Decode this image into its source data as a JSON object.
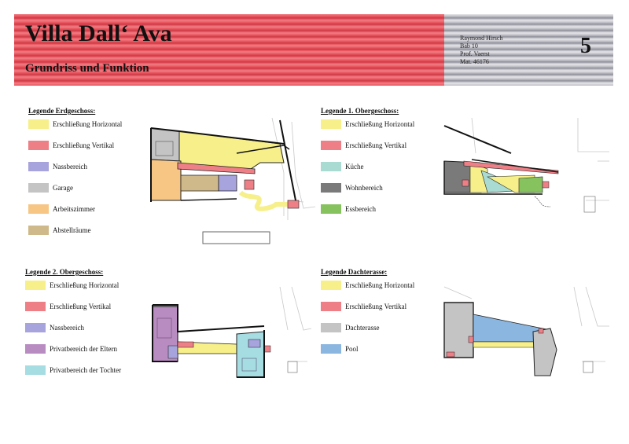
{
  "header": {
    "title": "Villa Dall‘ Ava",
    "subtitle": "Grundriss und Funktion",
    "author": "Raymond Hirsch",
    "course": "Bab 10",
    "professor": "Prof. Vaerst",
    "student_no": "Mat. 46176",
    "page_number": "5"
  },
  "colors": {
    "yellow": "#f6ef8a",
    "red": "#ee7f86",
    "purple_light": "#a7a3dc",
    "grey": "#c4c4c4",
    "orange": "#f7c685",
    "tan": "#cfb98a",
    "teal": "#a9dbd3",
    "dark_grey": "#7a7a7a",
    "green": "#86c35e",
    "violet": "#b88cc1",
    "cyan": "#a6dde3",
    "blue": "#8bb6e0"
  },
  "legends": {
    "erdgeschoss": {
      "title": "Legende Erdgeschoss:",
      "items": [
        {
          "label": "Erschließung Horizontal",
          "color": "#f6ef8a"
        },
        {
          "label": "Erschließung Vertikal",
          "color": "#ee7f86"
        },
        {
          "label": "Nassbereich",
          "color": "#a7a3dc"
        },
        {
          "label": "Garage",
          "color": "#c4c4c4"
        },
        {
          "label": "Arbeitszimmer",
          "color": "#f7c685"
        },
        {
          "label": "Abstellräume",
          "color": "#cfb98a"
        }
      ]
    },
    "obergeschoss1": {
      "title": "Legende 1. Obergeschoss:",
      "items": [
        {
          "label": "Erschließung Horizontal",
          "color": "#f6ef8a"
        },
        {
          "label": "Erschließung Vertikal",
          "color": "#ee7f86"
        },
        {
          "label": "Küche",
          "color": "#a9dbd3"
        },
        {
          "label": "Wohnbereich",
          "color": "#7a7a7a"
        },
        {
          "label": "Essbereich",
          "color": "#86c35e"
        }
      ]
    },
    "obergeschoss2": {
      "title": "Legende 2. Obergeschoss:",
      "items": [
        {
          "label": "Erschließung Horizontal",
          "color": "#f6ef8a"
        },
        {
          "label": "Erschließung Vertikal",
          "color": "#ee7f86"
        },
        {
          "label": "Nassbereich",
          "color": "#a7a3dc"
        },
        {
          "label": "Privatbereich der Eltern",
          "color": "#b88cc1"
        },
        {
          "label": "Privatbereich der Tochter",
          "color": "#a6dde3"
        }
      ]
    },
    "dachterasse": {
      "title": "Legende Dachterasse:",
      "items": [
        {
          "label": "Erschließung Horizontal",
          "color": "#f6ef8a"
        },
        {
          "label": "Erschließung Vertikal",
          "color": "#ee7f86"
        },
        {
          "label": "Dachterasse",
          "color": "#c4c4c4"
        },
        {
          "label": "Pool",
          "color": "#8bb6e0"
        }
      ]
    }
  }
}
